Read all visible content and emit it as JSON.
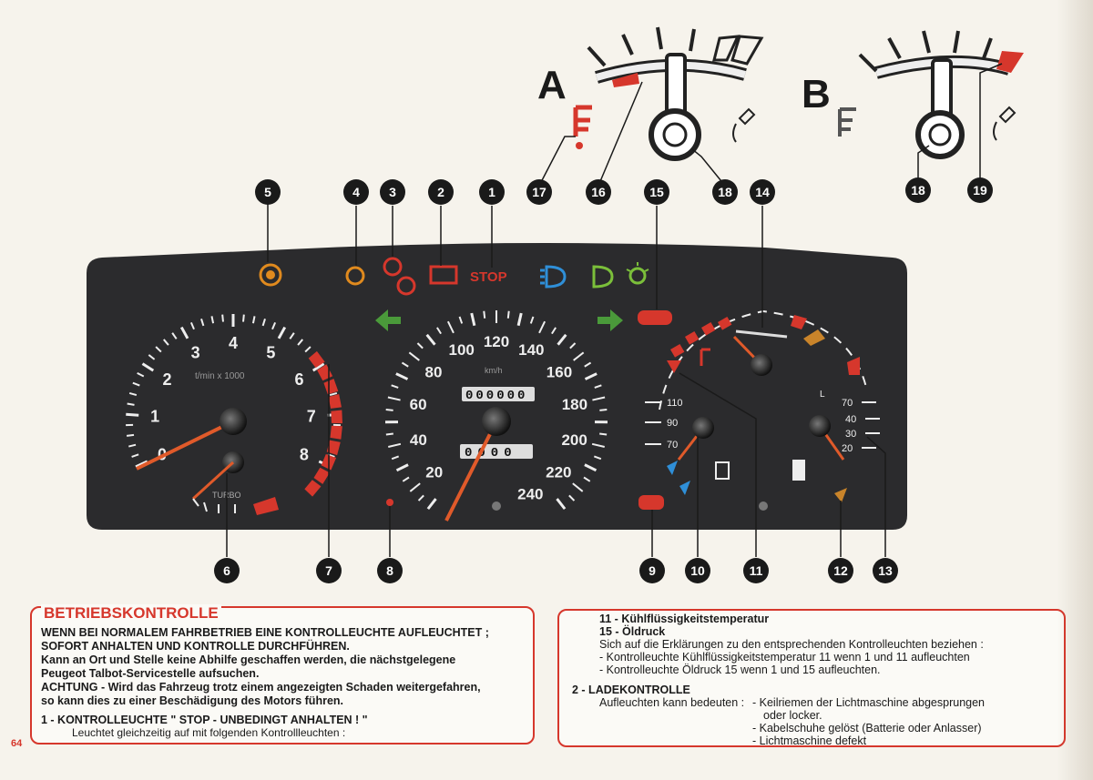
{
  "page": {
    "number": "64"
  },
  "diagram": {
    "label_a": "A",
    "label_b": "B",
    "tacho_unit": "t/min x 1000",
    "speedo_unit": "km/h",
    "turbo_label": "TURBO",
    "stop_label": "STOP",
    "odometer": "000000",
    "trip": "0000",
    "tacho_ticks": [
      "0",
      "1",
      "2",
      "3",
      "4",
      "5",
      "6",
      "7",
      "8"
    ],
    "speedo_ticks": [
      "20",
      "40",
      "60",
      "80",
      "100",
      "120",
      "140",
      "160",
      "180",
      "200",
      "220",
      "240"
    ],
    "temp_ticks": [
      "70",
      "90",
      "110"
    ],
    "oil_ticks": [
      "70",
      "40",
      "30",
      "20"
    ],
    "oil_letter": "L",
    "callouts_top": [
      "5",
      "4",
      "3",
      "2",
      "1",
      "15",
      "14",
      "17",
      "16",
      "18",
      "18",
      "19"
    ],
    "callouts_bottom": [
      "6",
      "7",
      "8",
      "9",
      "10",
      "11",
      "12",
      "13"
    ],
    "colors": {
      "red": "#d6372c",
      "panel": "#2b2b2d",
      "green": "#4a9a3a",
      "orange": "#e08a1e",
      "blue": "#2f8fd8"
    }
  },
  "left_box": {
    "title": "BETRIEBSKONTROLLE",
    "warn_line1": "WENN BEI NORMALEM FAHRBETRIEB EINE KONTROLLEUCHTE AUFLEUCHTET ;",
    "warn_line2": "SOFORT ANHALTEN UND KONTROLLE DURCHFÜHREN.",
    "para1_line1": "Kann an Ort und Stelle keine Abhilfe geschaffen werden, die nächstgelegene",
    "para1_line2": "Peugeot Talbot-Servicestelle aufsuchen.",
    "para2_line1": "ACHTUNG - Wird das Fahrzeug trotz einem angezeigten Schaden weitergefahren,",
    "para2_line2": "so kann dies zu einer Beschädigung des Motors führen.",
    "item1_head": "1 -  KONTROLLEUCHTE  \" STOP - UNBEDINGT  ANHALTEN ! \"",
    "item1_body": "Leuchtet gleichzeitig auf mit folgenden Kontrollleuchten :"
  },
  "right_box": {
    "line1": "11  -  Kühlflüssigkeitstemperatur",
    "line2": "15  -  Öldruck",
    "line3": "Sich auf die Erklärungen zu den entsprechenden Kontrolleuchten beziehen :",
    "line4": "-  Kontrolleuchte Kühlflüssigkeitstemperatur 11 wenn 1 und 11 aufleuchten",
    "line5": "-  Kontrolleuchte Öldruck 15 wenn 1 und 15 aufleuchten.",
    "item2_head": "2  -  LADEKONTROLLE",
    "item2_lead": "Aufleuchten kann bedeuten :",
    "item2_opt1": "-  Keilriemen der Lichtmaschine abgesprungen",
    "item2_opt1b": "oder locker.",
    "item2_opt2": "-  Kabelschuhe gelöst (Batterie oder Anlasser)",
    "item2_opt3": "-  Lichtmaschine defekt"
  }
}
